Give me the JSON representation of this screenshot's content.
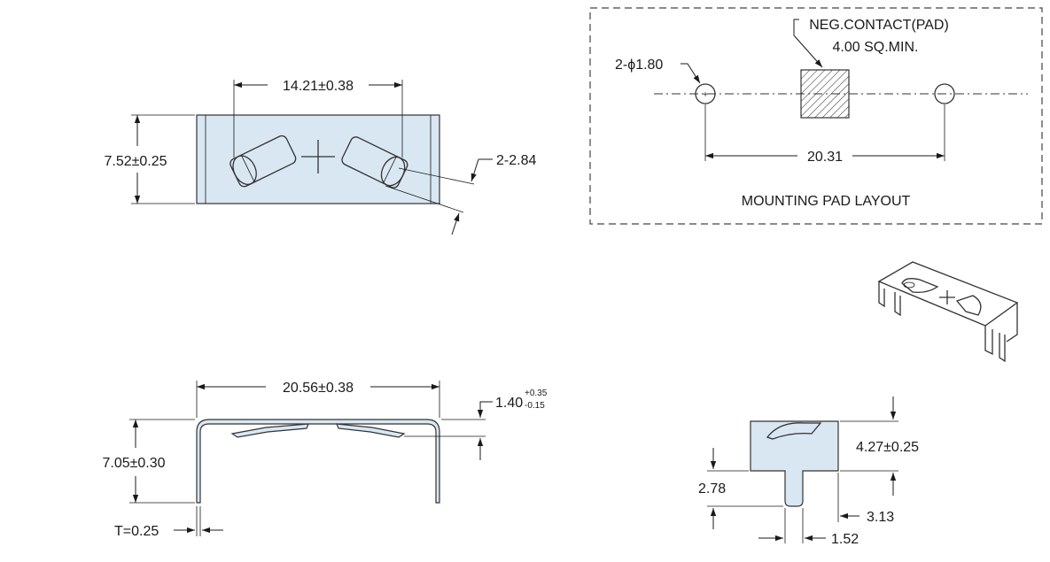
{
  "top_view": {
    "width_dim": "14.21±0.38",
    "height_dim": "7.52±0.25",
    "angle_dim": "2-2.84",
    "plus_symbol": "+"
  },
  "pad_layout": {
    "title": "MOUNTING PAD LAYOUT",
    "neg_contact_line1": "NEG.CONTACT(PAD)",
    "neg_contact_line2": "4.00 SQ.MIN.",
    "hole_dim": "2-ϕ1.80",
    "spacing_dim": "20.31"
  },
  "side_view": {
    "width_dim": "20.56±0.38",
    "height_dim": "7.05±0.30",
    "spring_dim_base": "1.40",
    "spring_dim_plus": "+0.35",
    "spring_dim_minus": "-0.15",
    "thickness_dim": "T=0.25"
  },
  "end_view": {
    "height_dim": "4.27±0.25",
    "leg_dim": "2.78",
    "offset_dim": "3.13",
    "leg_width_dim": "1.52"
  }
}
